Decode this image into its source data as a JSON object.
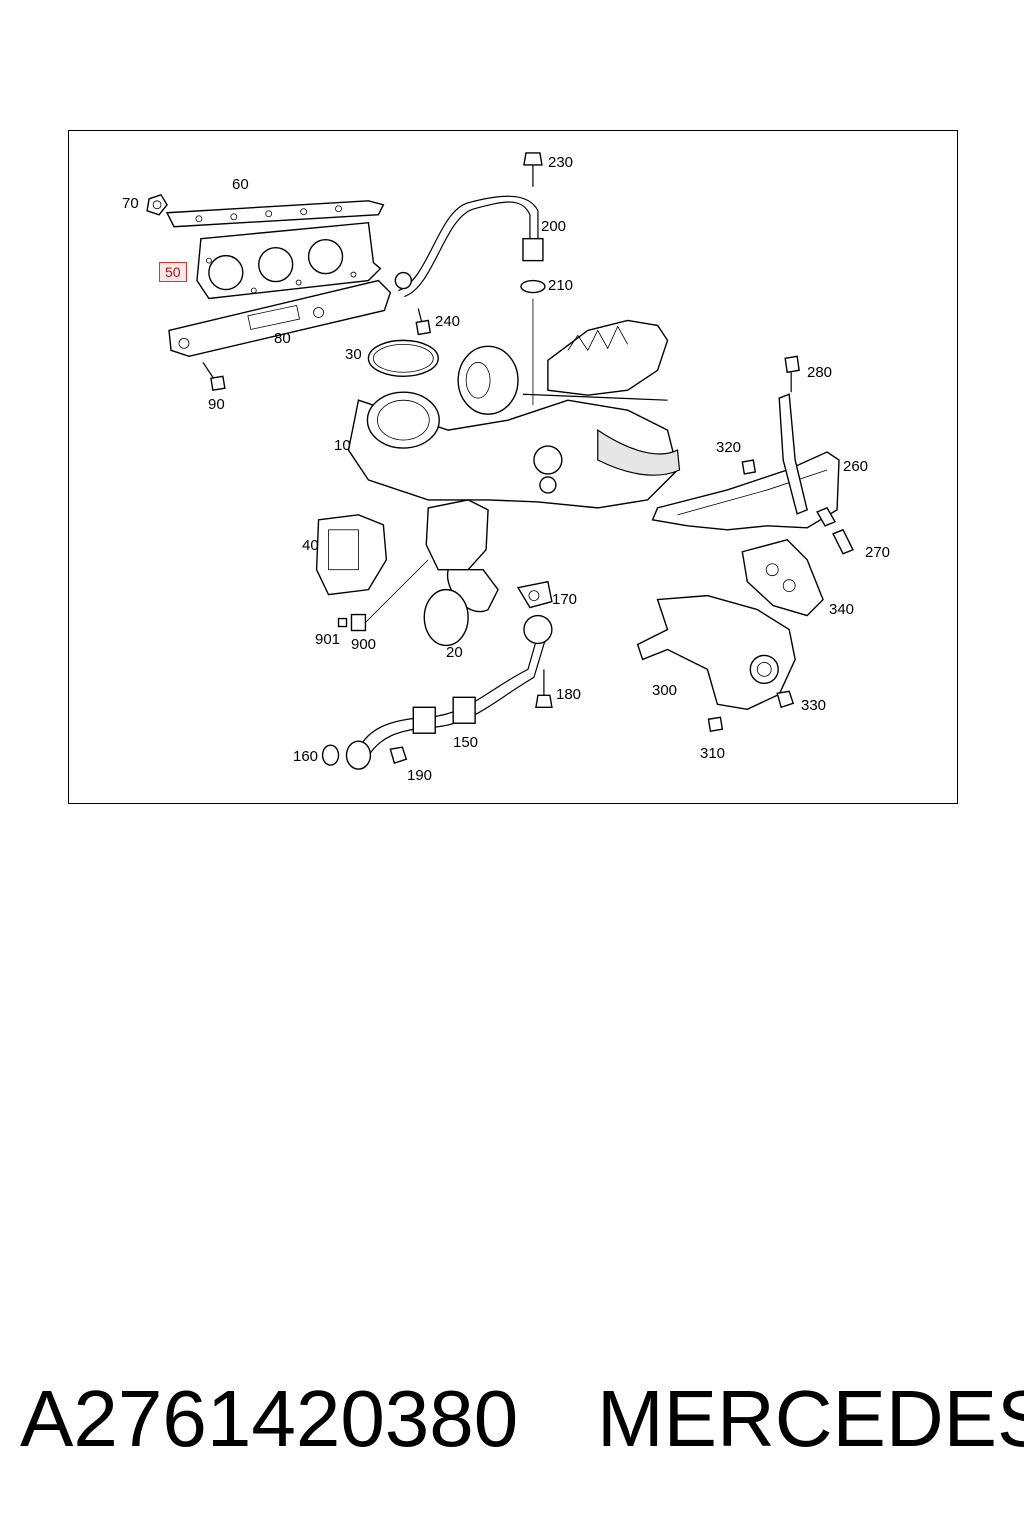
{
  "part_number": "A2761420380",
  "brand": "MERCEDES",
  "highlight_callout": "50",
  "callouts": [
    {
      "id": "230",
      "label": "230"
    },
    {
      "id": "200",
      "label": "200"
    },
    {
      "id": "210",
      "label": "210"
    },
    {
      "id": "60",
      "label": "60"
    },
    {
      "id": "70",
      "label": "70"
    },
    {
      "id": "50",
      "label": "50"
    },
    {
      "id": "240",
      "label": "240"
    },
    {
      "id": "80",
      "label": "80"
    },
    {
      "id": "30",
      "label": "30"
    },
    {
      "id": "90",
      "label": "90"
    },
    {
      "id": "280",
      "label": "280"
    },
    {
      "id": "10",
      "label": "10"
    },
    {
      "id": "320",
      "label": "320"
    },
    {
      "id": "260",
      "label": "260"
    },
    {
      "id": "40",
      "label": "40"
    },
    {
      "id": "270",
      "label": "270"
    },
    {
      "id": "170",
      "label": "170"
    },
    {
      "id": "340",
      "label": "340"
    },
    {
      "id": "901",
      "label": "901"
    },
    {
      "id": "900",
      "label": "900"
    },
    {
      "id": "20",
      "label": "20"
    },
    {
      "id": "300",
      "label": "300"
    },
    {
      "id": "180",
      "label": "180"
    },
    {
      "id": "330",
      "label": "330"
    },
    {
      "id": "150",
      "label": "150"
    },
    {
      "id": "160",
      "label": "160"
    },
    {
      "id": "190",
      "label": "190"
    },
    {
      "id": "310",
      "label": "310"
    }
  ]
}
